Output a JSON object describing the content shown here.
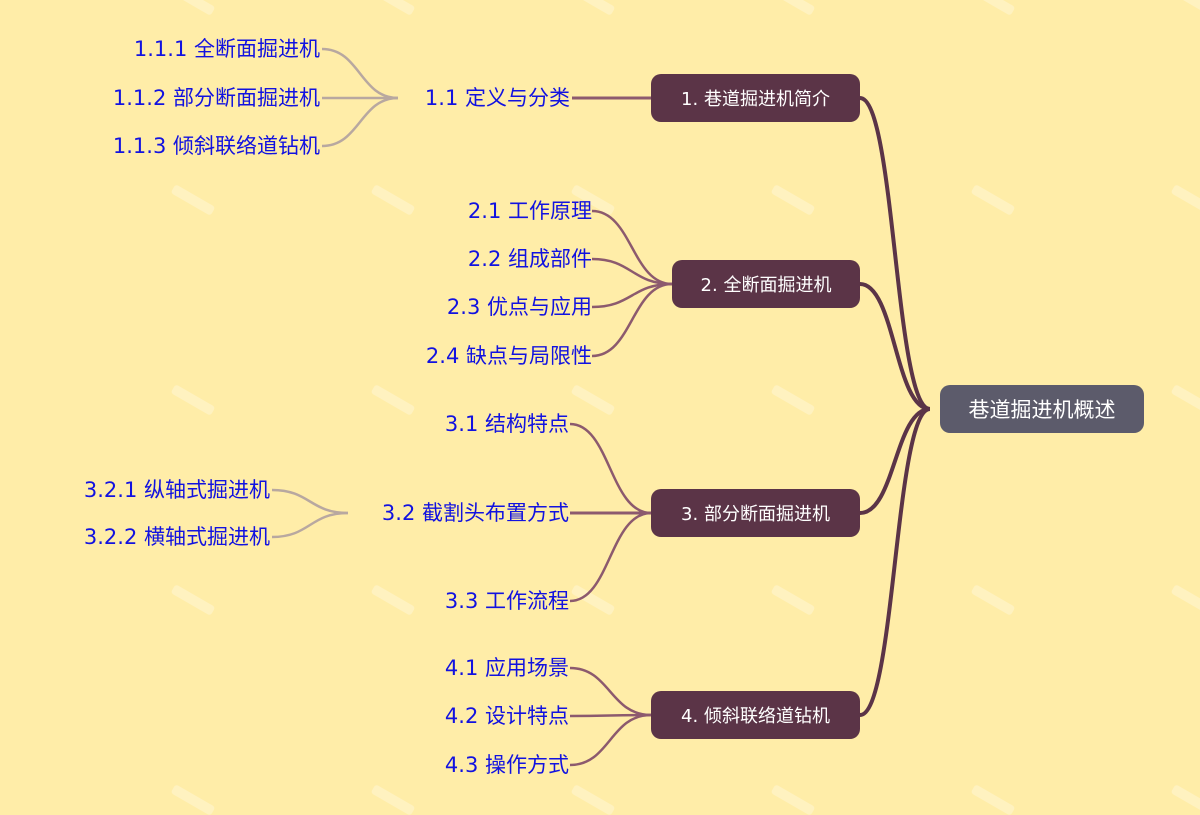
{
  "root": "巷道掘进机概述",
  "branches": [
    {
      "label": "1. 巷道掘进机简介",
      "children": [
        {
          "label": "1.1 定义与分类",
          "children": [
            "1.1.1 全断面掘进机",
            "1.1.2 部分断面掘进机",
            "1.1.3 倾斜联络道钻机"
          ]
        }
      ]
    },
    {
      "label": "2. 全断面掘进机",
      "children": [
        {
          "label": "2.1 工作原理"
        },
        {
          "label": "2.2 组成部件"
        },
        {
          "label": "2.3 优点与应用"
        },
        {
          "label": "2.4 缺点与局限性"
        }
      ]
    },
    {
      "label": "3. 部分断面掘进机",
      "children": [
        {
          "label": "3.1 结构特点"
        },
        {
          "label": "3.2 截割头布置方式",
          "children": [
            "3.2.1 纵轴式掘进机",
            "3.2.2 横轴式掘进机"
          ]
        },
        {
          "label": "3.3 工作流程"
        }
      ]
    },
    {
      "label": "4. 倾斜联络道钻机",
      "children": [
        {
          "label": "4.1 应用场景"
        },
        {
          "label": "4.2 设计特点"
        },
        {
          "label": "4.3 操作方式"
        }
      ]
    }
  ],
  "colors": {
    "background": "#FFEDA8",
    "root_fill": "#5C5B6B",
    "branch_fill": "#5B3447",
    "branch_line": "#5B3447",
    "sub_line": "#8C5A6E",
    "leaf_line": "#B8A8A0",
    "leaf_text": "#1212E0"
  }
}
